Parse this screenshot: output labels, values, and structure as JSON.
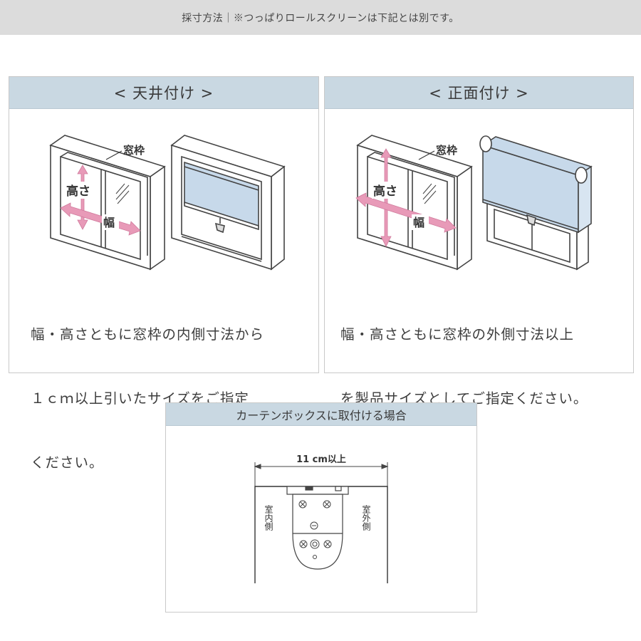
{
  "header": {
    "text": "採寸方法｜※つっぱりロールスクリーンは下記とは別です。"
  },
  "ceiling_panel": {
    "title": "< 天井付け >",
    "label_frame": "窓枠",
    "label_height": "高さ",
    "label_width": "幅",
    "desc_line1": "幅・高さともに窓枠の内側寸法から",
    "desc_line2": "１ｃｍ以上引いたサイズをご指定",
    "desc_line3": "ください。"
  },
  "front_panel": {
    "title": "< 正面付け >",
    "label_frame": "窓枠",
    "label_height": "高さ",
    "label_width": "幅",
    "desc_line1": "幅・高さともに窓枠の外側寸法以上",
    "desc_line2": "を製品サイズとしてご指定ください。"
  },
  "box_panel": {
    "title": "カーテンボックスに取付ける場合",
    "dimension": "11 cm以上",
    "label_inside": "室内側",
    "label_outside": "室外側"
  },
  "colors": {
    "header_bg": "#dcdcdc",
    "panel_head_bg": "#c9d8e2",
    "arrow_pink": "#e89ab8",
    "blind_blue": "#c7d9ea"
  }
}
